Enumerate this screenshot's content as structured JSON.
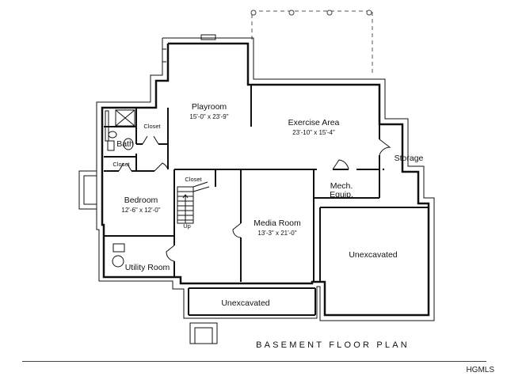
{
  "plan": {
    "title": "BASEMENT FLOOR PLAN",
    "credit": "HGMLS",
    "rooms": {
      "playroom": {
        "name": "Playroom",
        "size": "15'-0\" x 23'-9\""
      },
      "exercise": {
        "name": "Exercise Area",
        "size": "23'-10\" x 15'-4\""
      },
      "storage": {
        "name": "Storage"
      },
      "mech": {
        "name_line1": "Mech.",
        "name_line2": "Equip."
      },
      "media": {
        "name": "Media Room",
        "size": "13'-3\" x 21'-0\""
      },
      "bedroom": {
        "name": "Bedroom",
        "size": "12'-6\" x 12'-0\""
      },
      "utility": {
        "name": "Utility Room"
      },
      "bath": {
        "name": "Bath"
      },
      "closet_bath": {
        "name": "Closet"
      },
      "closet_bed": {
        "name": "Closet"
      },
      "closet_stair": {
        "name": "Closet"
      },
      "unexcavated_right": {
        "name": "Unexcavated"
      },
      "unexcavated_bottom": {
        "name": "Unexcavated"
      },
      "stair": {
        "name": "Up"
      }
    }
  }
}
